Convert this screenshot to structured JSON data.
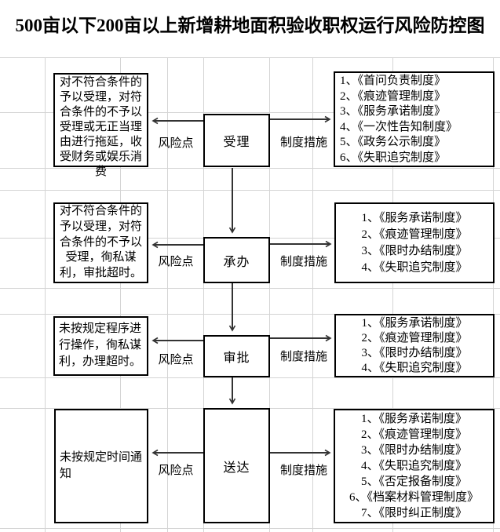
{
  "title": "500亩以下200亩以上新增耕地面积验收职权运行风险防控图",
  "connector_labels": {
    "risk": "风险点",
    "measure": "制度措施"
  },
  "flow": {
    "stages": [
      {
        "name": "受理",
        "risk": "对不符合条件的予以受理，对符合条件的不予以受理或无正当理由进行拖延，收受财务或娱乐消费",
        "measures": [
          "1、《首问负责制度》",
          "2、《痕迹管理制度》",
          "3、《服务承诺制度》",
          "4、《一次性告知制度》",
          "5、《政务公示制度》",
          "6、《失职追究制度》"
        ]
      },
      {
        "name": "承办",
        "risk": "对不符合条件的予以受理，对符合条件的不予以受理，徇私谋利，审批超时。",
        "measures": [
          "1、《服务承诺制度》",
          "2、《痕迹管理制度》",
          "3、《限时办结制度》",
          "4、《失职追究制度》"
        ]
      },
      {
        "name": "审批",
        "risk": "未按规定程序进行操作，徇私谋利，办理超时。",
        "measures": [
          "1、《服务承诺制度》",
          "2、《痕迹管理制度》",
          "3、《限时办结制度》",
          "4、《失职追究制度》"
        ]
      },
      {
        "name": "送达",
        "risk": "未按规定时间通知",
        "measures": [
          "1、《服务承诺制度》",
          "2、《痕迹管理制度》",
          "3、《限时办结制度》",
          "4、《失职追究制度》",
          "5、《否定报备制度》",
          "6、《档案材料管理制度》",
          "7、《限时纠正制度》"
        ]
      }
    ]
  },
  "colors": {
    "gridline": "#d4d4d4",
    "line": "#333333",
    "text": "#000000",
    "background": "#ffffff"
  }
}
